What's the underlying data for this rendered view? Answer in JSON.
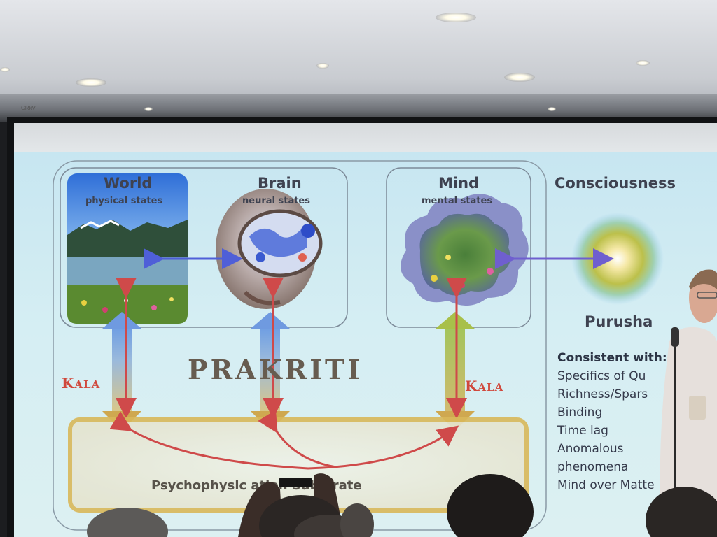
{
  "slide": {
    "world": {
      "title": "World",
      "subtitle": "physical states"
    },
    "brain": {
      "title": "Brain",
      "subtitle": "neural states"
    },
    "mind": {
      "title": "Mind",
      "subtitle": "mental states"
    },
    "consciousness": {
      "title": "Consciousness",
      "caption": "Purusha"
    },
    "center_label": "PRAKRITI",
    "kala_left": {
      "initial": "K",
      "rest": "ALA"
    },
    "kala_right": {
      "initial": "K",
      "rest": "ALA"
    },
    "substrate_label": "Psychophysic  ation Substrate",
    "consistent": {
      "heading": "Consistent with:",
      "items": [
        "Specifics of Qu",
        "Richness/Spars",
        "Binding",
        "Time lag",
        "Anomalous",
        "phenomena",
        "Mind over Matte"
      ]
    }
  },
  "room": {
    "ceiling_logo": "CRkV"
  },
  "colors": {
    "arrow_red": "#cf4a4a",
    "arrow_blue": "#4f5fd8",
    "slide_bg": "#cfeaf2",
    "title_text": "#3e4250",
    "prakriti_text": "#675c50",
    "kala_text": "#d0483c"
  }
}
